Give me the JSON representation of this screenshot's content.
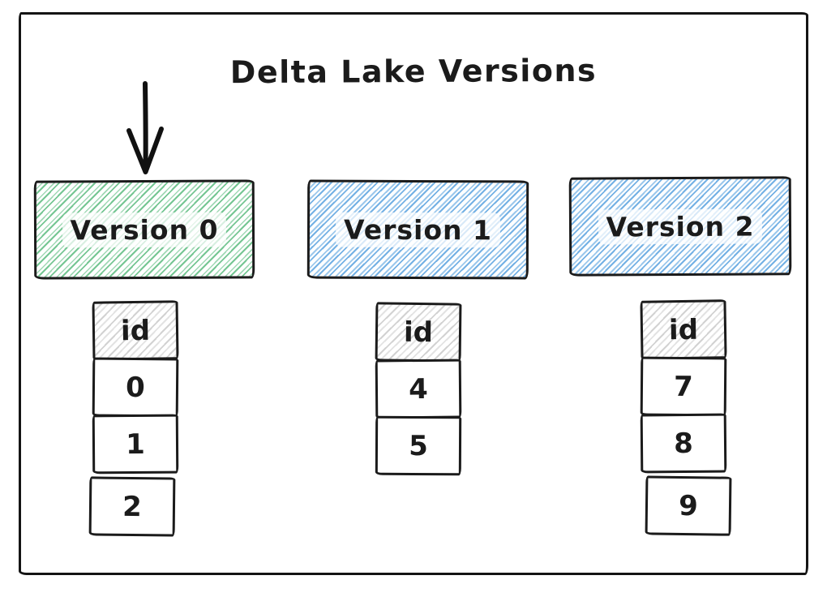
{
  "title": "Delta Lake Versions",
  "colors": {
    "green": "#53b878",
    "blue": "#5ba3e0",
    "gray_hatch": "#d2d2d2",
    "stroke": "#1b1b1b"
  },
  "columns": [
    {
      "version_label": "Version 0",
      "fill": "green",
      "header": "id",
      "rows": [
        "0",
        "1",
        "2"
      ]
    },
    {
      "version_label": "Version 1",
      "fill": "blue",
      "header": "id",
      "rows": [
        "4",
        "5"
      ]
    },
    {
      "version_label": "Version 2",
      "fill": "blue",
      "header": "id",
      "rows": [
        "7",
        "8",
        "9"
      ]
    }
  ]
}
